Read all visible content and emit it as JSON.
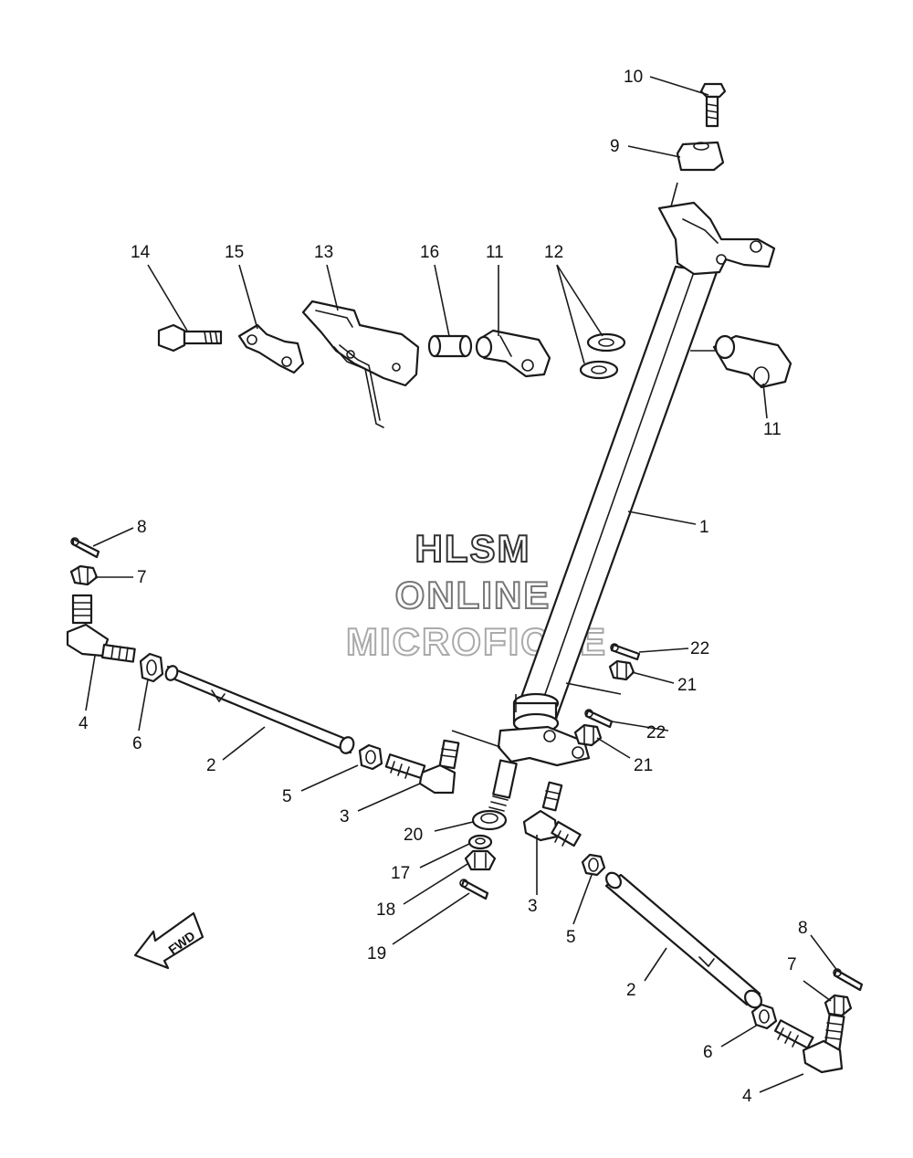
{
  "watermark": {
    "lines": [
      "HLSM",
      "ONLINE",
      "MICROFICHE"
    ],
    "colors": [
      "#333333",
      "#777777",
      "#aaaaaa"
    ]
  },
  "direction_arrow": {
    "label": "FWD",
    "icon": "fwd-arrow-icon"
  },
  "callouts": {
    "c1": "1",
    "c2a": "2",
    "c2b": "2",
    "c3a": "3",
    "c3b": "3",
    "c4a": "4",
    "c4b": "4",
    "c5a": "5",
    "c5b": "5",
    "c6a": "6",
    "c6b": "6",
    "c7a": "7",
    "c7b": "7",
    "c8a": "8",
    "c8b": "8",
    "c9": "9",
    "c10": "10",
    "c11a": "11",
    "c11b": "11",
    "c12": "12",
    "c13": "13",
    "c14": "14",
    "c15": "15",
    "c16": "16",
    "c17": "17",
    "c18": "18",
    "c19": "19",
    "c20": "20",
    "c21a": "21",
    "c21b": "21",
    "c22a": "22",
    "c22b": "22"
  }
}
